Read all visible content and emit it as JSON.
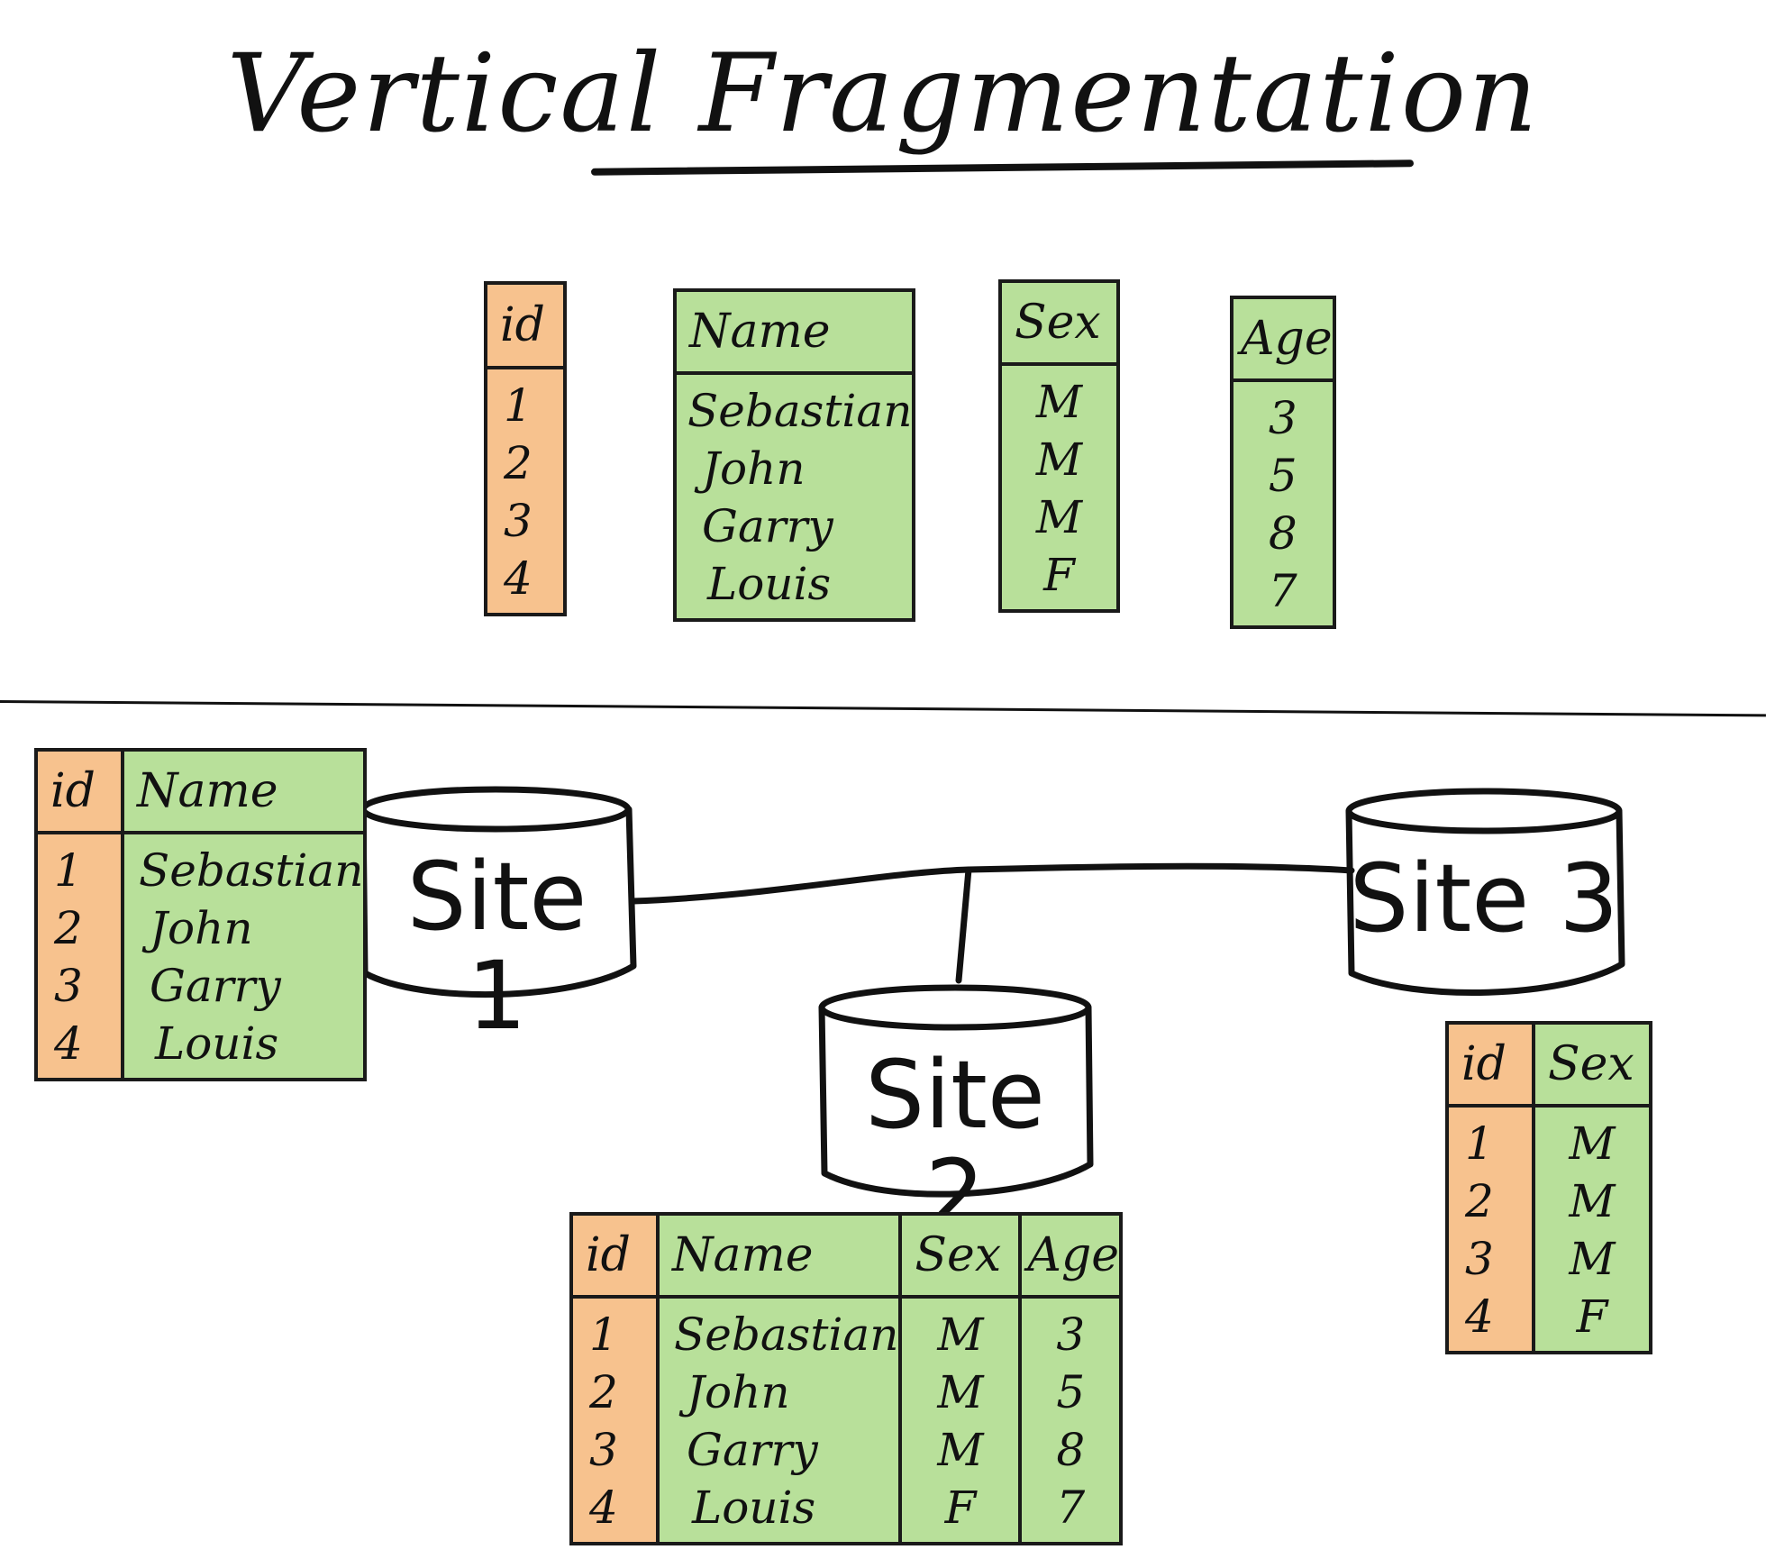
{
  "title": "Vertical Fragmentation",
  "fragments": {
    "id": {
      "header": "id",
      "values": [
        "1",
        "2",
        "3",
        "4"
      ]
    },
    "name": {
      "header": "Name",
      "values": [
        "Sebastian",
        "John",
        "Garry",
        "Louis"
      ]
    },
    "sex": {
      "header": "Sex",
      "values": [
        "M",
        "M",
        "M",
        "F"
      ]
    },
    "age": {
      "header": "Age",
      "values": [
        "3",
        "5",
        "8",
        "7"
      ]
    }
  },
  "sites": {
    "site1": {
      "label": "Site 1",
      "headers": [
        "id",
        "Name"
      ],
      "rows": [
        [
          "1",
          "Sebastian"
        ],
        [
          "2",
          "John"
        ],
        [
          "3",
          "Garry"
        ],
        [
          "4",
          "Louis"
        ]
      ]
    },
    "site2": {
      "label": "Site 2",
      "headers": [
        "id",
        "Name",
        "Sex",
        "Age"
      ],
      "rows": [
        [
          "1",
          "Sebastian",
          "M",
          "3"
        ],
        [
          "2",
          "John",
          "M",
          "5"
        ],
        [
          "3",
          "Garry",
          "M",
          "8"
        ],
        [
          "4",
          "Louis",
          "F",
          "7"
        ]
      ]
    },
    "site3": {
      "label": "Site 3",
      "headers": [
        "id",
        "Sex"
      ],
      "rows": [
        [
          "1",
          "M"
        ],
        [
          "2",
          "M"
        ],
        [
          "3",
          "M"
        ],
        [
          "4",
          "F"
        ]
      ]
    }
  },
  "colors": {
    "key_column": "#f7c28e",
    "attribute_column": "#b8e09a",
    "ink": "#111111"
  }
}
